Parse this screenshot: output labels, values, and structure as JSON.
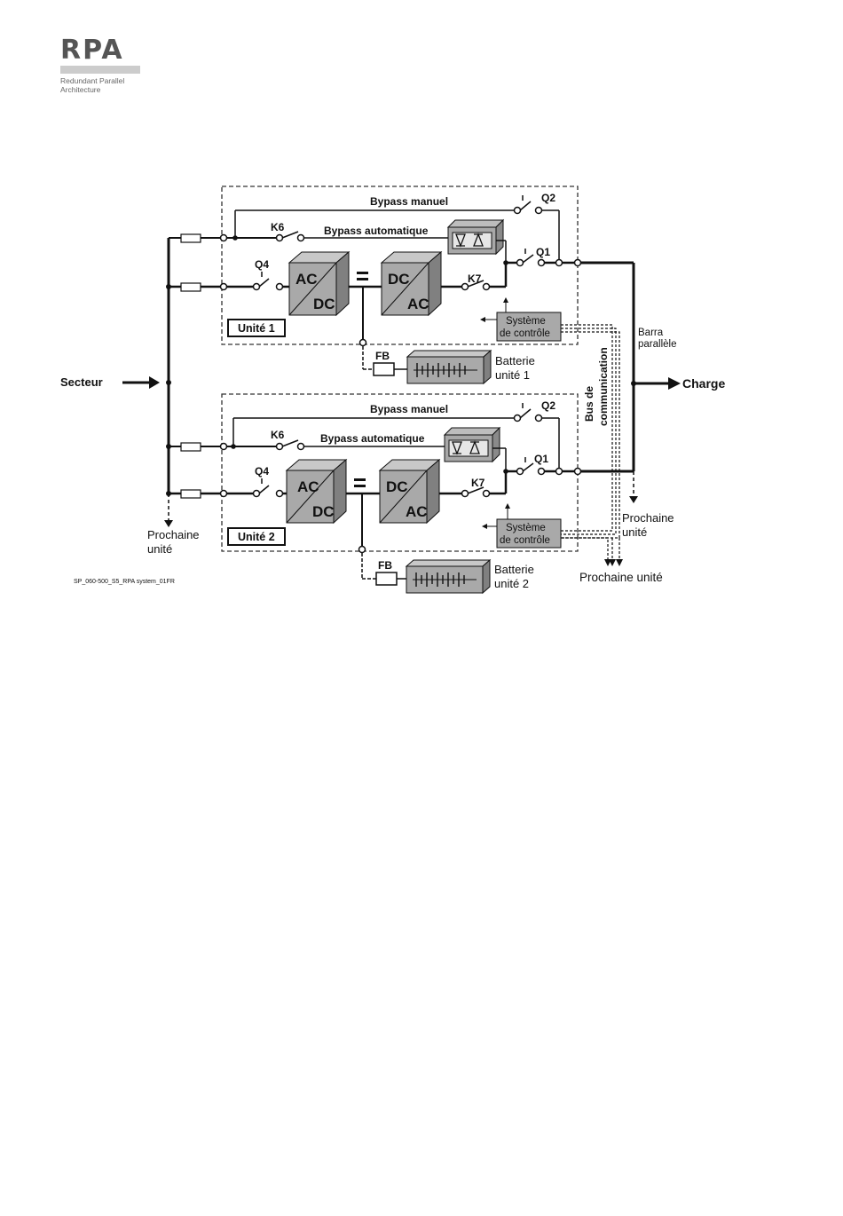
{
  "logo": {
    "word": "RPA",
    "subtitle_line1": "Redundant Parallel",
    "subtitle_line2": "Architecture"
  },
  "diagram": {
    "secteur": "Secteur",
    "charge": "Charge",
    "barra_line1": "Barra",
    "barra_line2": "parallèle",
    "bus_line1": "Bus de",
    "bus_line2": "communication",
    "prochaine_left_line1": "Prochaine",
    "prochaine_left_line2": "unité",
    "prochaine_right_line1": "Prochaine",
    "prochaine_right_line2": "unité",
    "prochaine_bottom": "Prochaine unité",
    "figure_code": "SP_060-500_S5_RPA system_01FR",
    "units": [
      {
        "name": "Unité 1",
        "bypass_manuel": "Bypass manuel",
        "bypass_auto": "Bypass automatique",
        "q1": "Q1",
        "q2": "Q2",
        "q4": "Q4",
        "k6": "K6",
        "k7": "K7",
        "rect_top": "AC",
        "rect_bot": "DC",
        "inv_top": "DC",
        "inv_bot": "AC",
        "fb": "FB",
        "ctrl_line1": "Système",
        "ctrl_line2": "de contrôle",
        "batt_line1": "Batterie",
        "batt_line2": "unité 1"
      },
      {
        "name": "Unité 2",
        "bypass_manuel": "Bypass manuel",
        "bypass_auto": "Bypass automatique",
        "q1": "Q1",
        "q2": "Q2",
        "q4": "Q4",
        "k6": "K6",
        "k7": "K7",
        "rect_top": "AC",
        "rect_bot": "DC",
        "inv_top": "DC",
        "inv_bot": "AC",
        "fb": "FB",
        "ctrl_line1": "Système",
        "ctrl_line2": "de contrôle",
        "batt_line1": "Batterie",
        "batt_line2": "unité 2"
      }
    ]
  }
}
